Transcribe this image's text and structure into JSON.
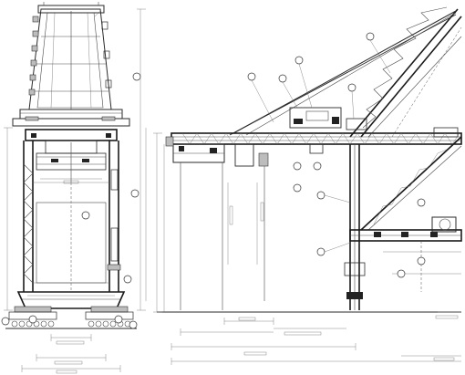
{
  "drawing": {
    "views": [
      {
        "id": "end-elevation",
        "kind": "crane end elevation"
      },
      {
        "id": "side-elevation",
        "kind": "crane side elevation"
      }
    ],
    "callout_bubble_count": 22,
    "line_color": "#2a2a2a",
    "background_color": "#ffffff"
  }
}
